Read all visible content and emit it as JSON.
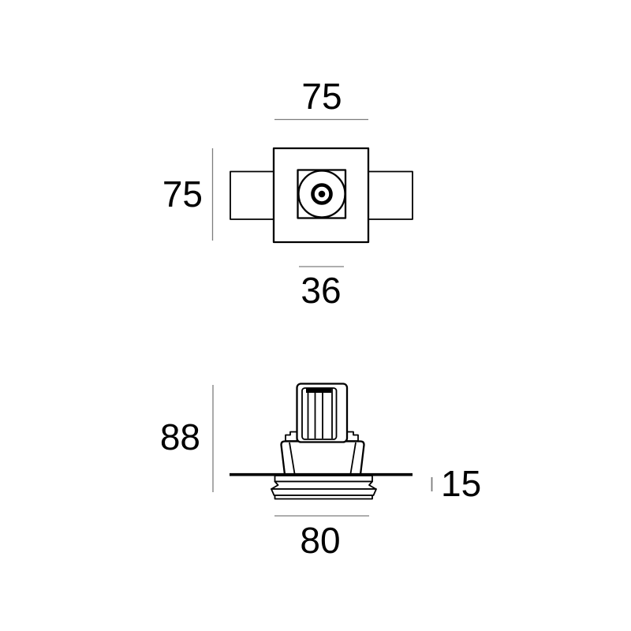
{
  "colors": {
    "background": "#ffffff",
    "outline": "#000000",
    "dimension_line": "#7d7d7d",
    "label_text": "#000000"
  },
  "plan_view": {
    "dim_width": "75",
    "dim_height": "75",
    "dim_cutout": "36"
  },
  "section_view": {
    "dim_height": "88",
    "dim_flange_depth": "15",
    "dim_width": "80"
  }
}
